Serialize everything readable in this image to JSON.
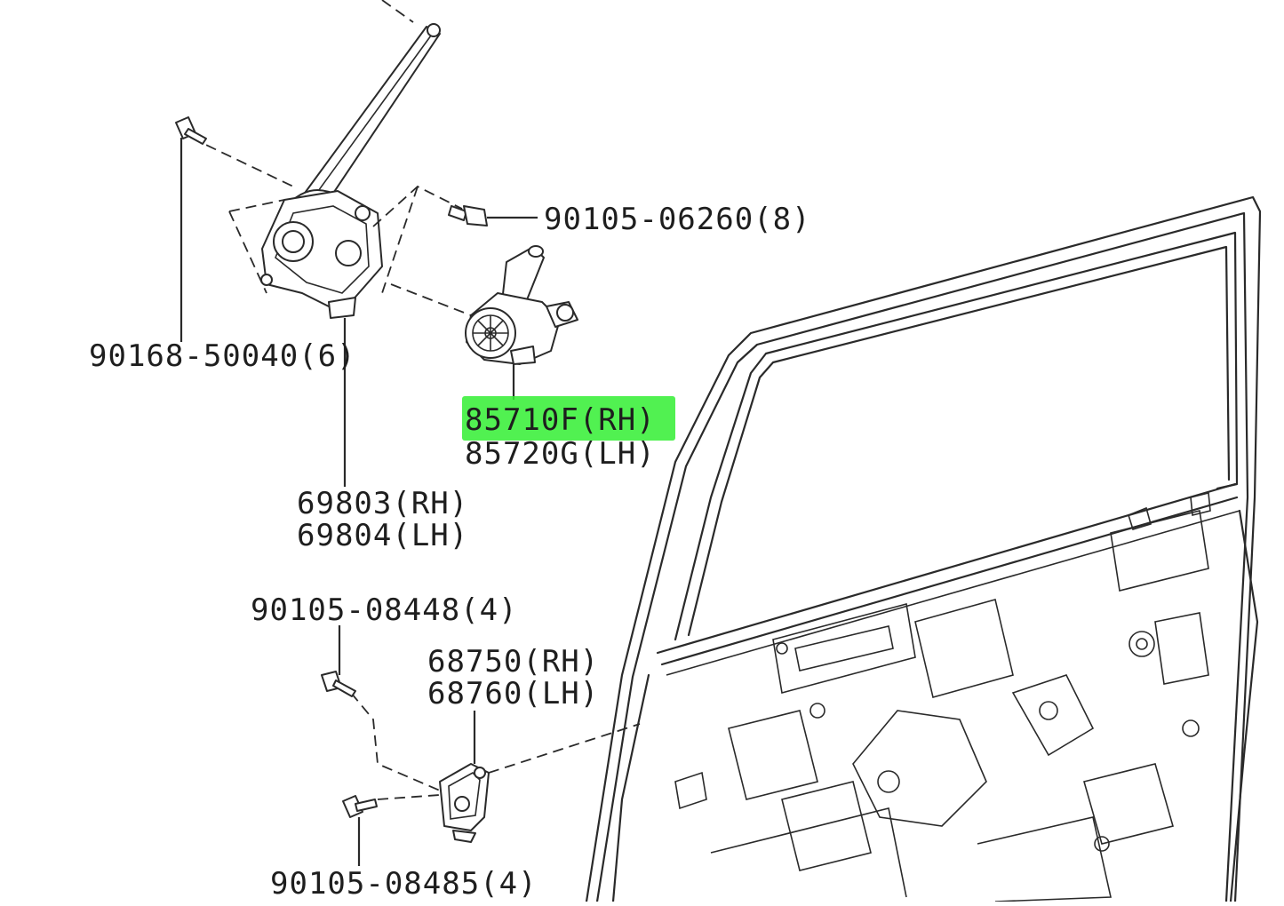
{
  "diagram": {
    "highlight_color": "#33ee33",
    "labels": {
      "bolt_top": "90105-06260(8)",
      "screw_left": "90168-50040(6)",
      "motor_rh": "85710F(RH)",
      "motor_lh": "85720G(LH)",
      "regulator_rh": "69803(RH)",
      "regulator_lh": "69804(LH)",
      "bolt_mid": "90105-08448(4)",
      "hinge_rh": "68750(RH)",
      "hinge_lh": "68760(LH)",
      "bolt_bottom": "90105-08485(4)"
    }
  }
}
